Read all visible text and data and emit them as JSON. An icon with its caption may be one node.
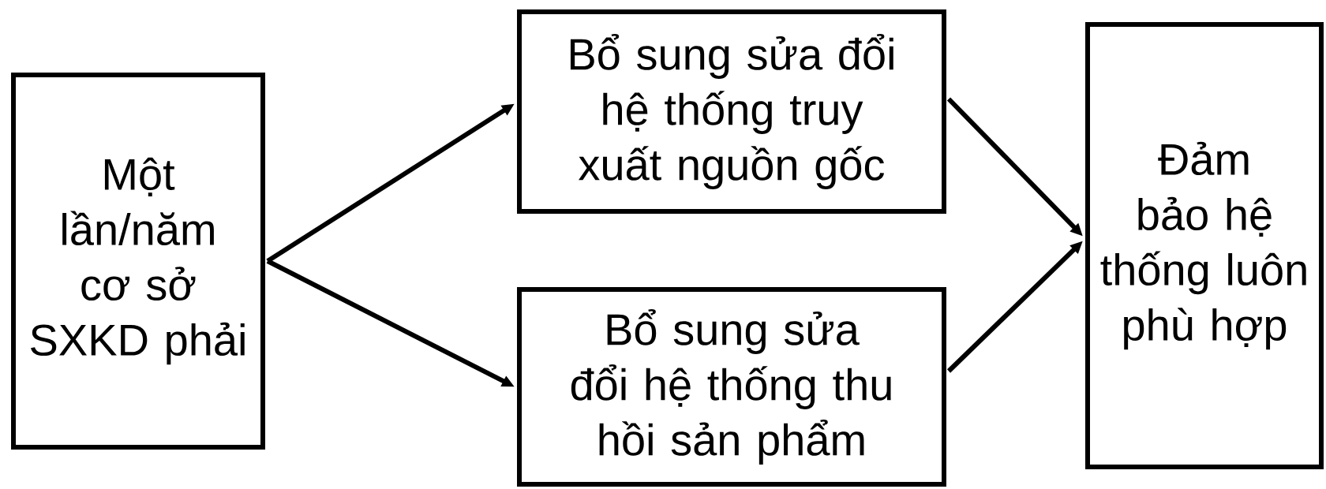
{
  "diagram": {
    "nodes": [
      {
        "text": [
          "Một lần/năm cơ sở SXKD phải"
        ]
      },
      {
        "text": [
          "Bổ sung sửa đổi hệ thống truy xuất nguồn gốc"
        ]
      },
      {
        "text": [
          "Bổ sung sửa đổi hệ thống thu hồi sản phẩm"
        ]
      },
      {
        "text": [
          "Đảm bảo hệ thống luôn phù hợp"
        ]
      }
    ],
    "edges": [
      {
        "from": 0,
        "to": 1,
        "arrow": "to"
      },
      {
        "from": 0,
        "to": 2,
        "arrow": "to"
      },
      {
        "from": 1,
        "to": 3,
        "arrow": "to"
      },
      {
        "from": 2,
        "to": 3,
        "arrow": "to"
      }
    ]
  }
}
